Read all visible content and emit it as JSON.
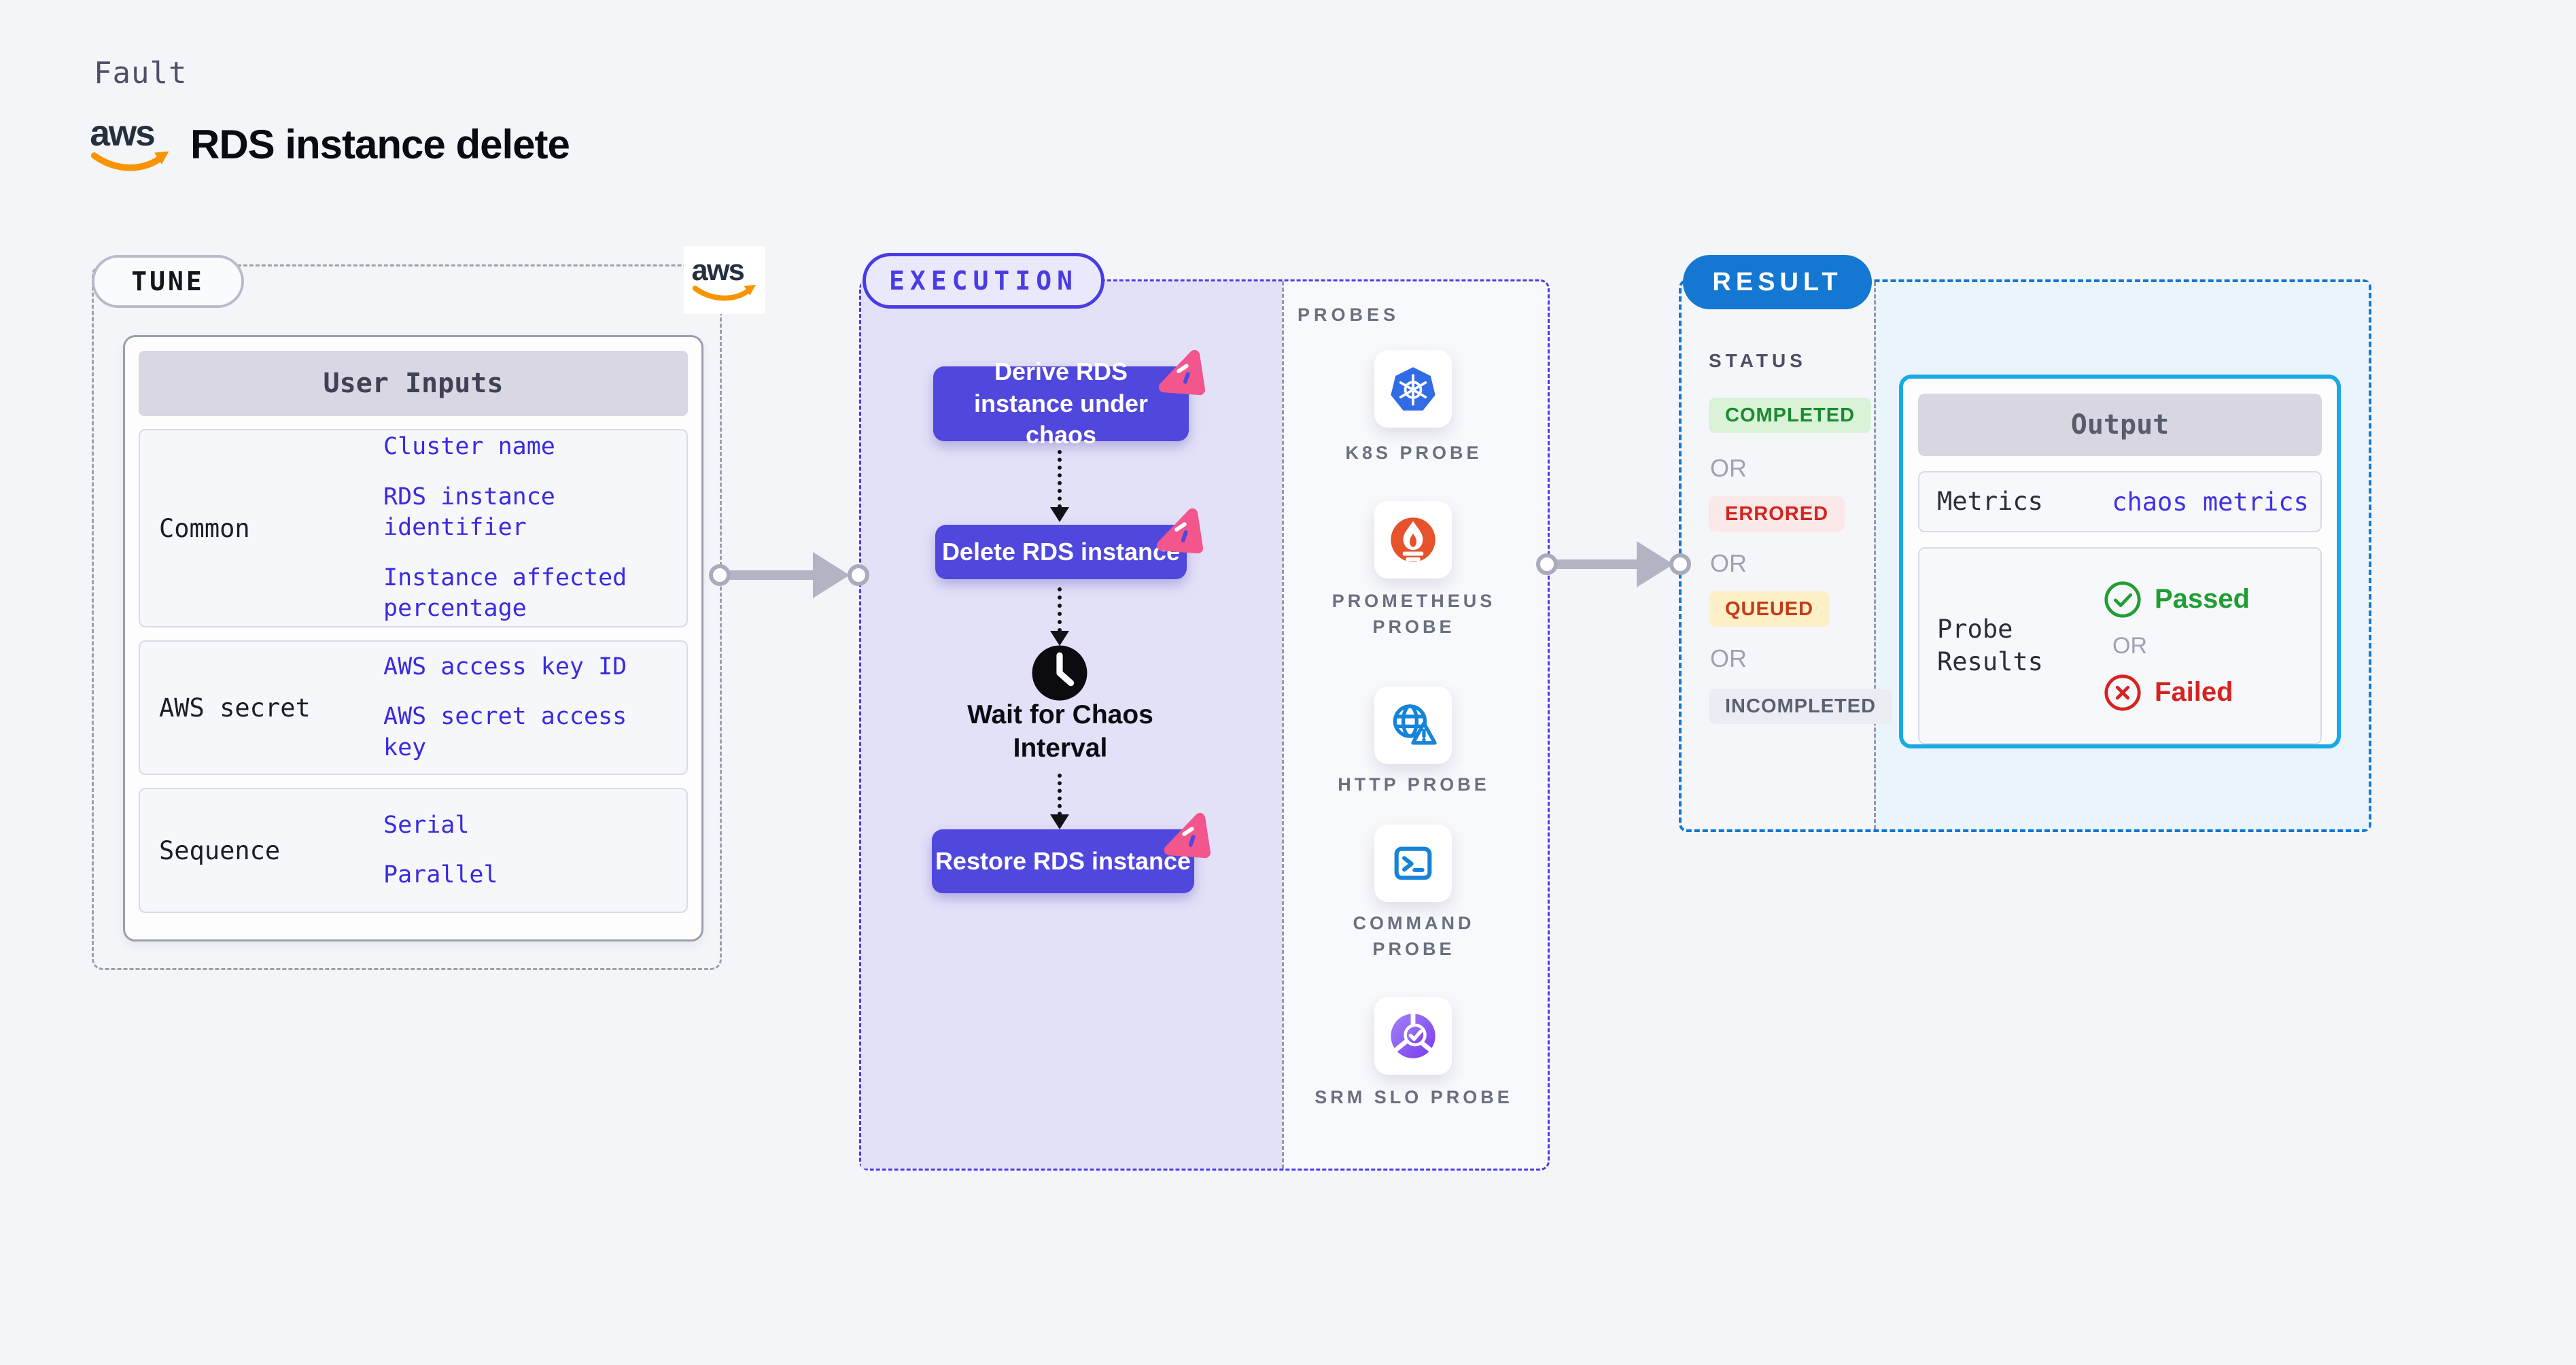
{
  "page": {
    "kicker": "Fault",
    "title": "RDS instance delete",
    "aws_logo_text": "aws"
  },
  "tune": {
    "label": "TUNE",
    "table": {
      "title": "User Inputs",
      "rows": [
        {
          "label": "Common",
          "values": [
            "Cluster name",
            "RDS instance identifier",
            "Instance affected percentage"
          ]
        },
        {
          "label": "AWS secret",
          "values": [
            "AWS access key ID",
            "AWS secret access key"
          ]
        },
        {
          "label": "Sequence",
          "values": [
            "Serial",
            "Parallel"
          ]
        }
      ]
    }
  },
  "execution": {
    "label": "EXECUTION",
    "steps": {
      "derive": "Derive RDS instance under chaos",
      "delete": "Delete RDS instance",
      "wait": "Wait for Chaos Interval",
      "restore": "Restore RDS instance"
    }
  },
  "probes": {
    "label": "PROBES",
    "items": [
      {
        "name": "K8S PROBE",
        "icon": "kubernetes-icon"
      },
      {
        "name": "PROMETHEUS PROBE",
        "icon": "prometheus-icon"
      },
      {
        "name": "HTTP PROBE",
        "icon": "http-globe-warning-icon"
      },
      {
        "name": "COMMAND PROBE",
        "icon": "terminal-icon"
      },
      {
        "name": "SRM SLO PROBE",
        "icon": "slo-donut-check-icon"
      }
    ]
  },
  "result": {
    "label": "RESULT",
    "status_title": "STATUS",
    "or_label": "OR",
    "statuses": [
      {
        "label": "COMPLETED",
        "type": "completed"
      },
      {
        "label": "ERRORED",
        "type": "errored"
      },
      {
        "label": "QUEUED",
        "type": "queued"
      },
      {
        "label": "INCOMPLETED",
        "type": "incompleted"
      }
    ],
    "output": {
      "title": "Output",
      "metrics_label": "Metrics",
      "metrics_value": "chaos metrics",
      "probe_results_label": "Probe Results",
      "passed_label": "Passed",
      "failed_label": "Failed"
    }
  },
  "colors": {
    "accent_indigo": "#4a3ce4",
    "accent_blue": "#1478d2",
    "node_indigo": "#5047dd",
    "value_blue": "#3a2be0",
    "output_border_cyan": "#19a9e5",
    "chaos_pink": "#f2568c",
    "success_green": "#1f9e33",
    "error_red": "#d02520",
    "queued_text": "#c33b17",
    "lavender_bg": "#e3e1f8",
    "result_cyan_bg": "#e9f5fb",
    "aws_smile_orange": "#f79400"
  }
}
